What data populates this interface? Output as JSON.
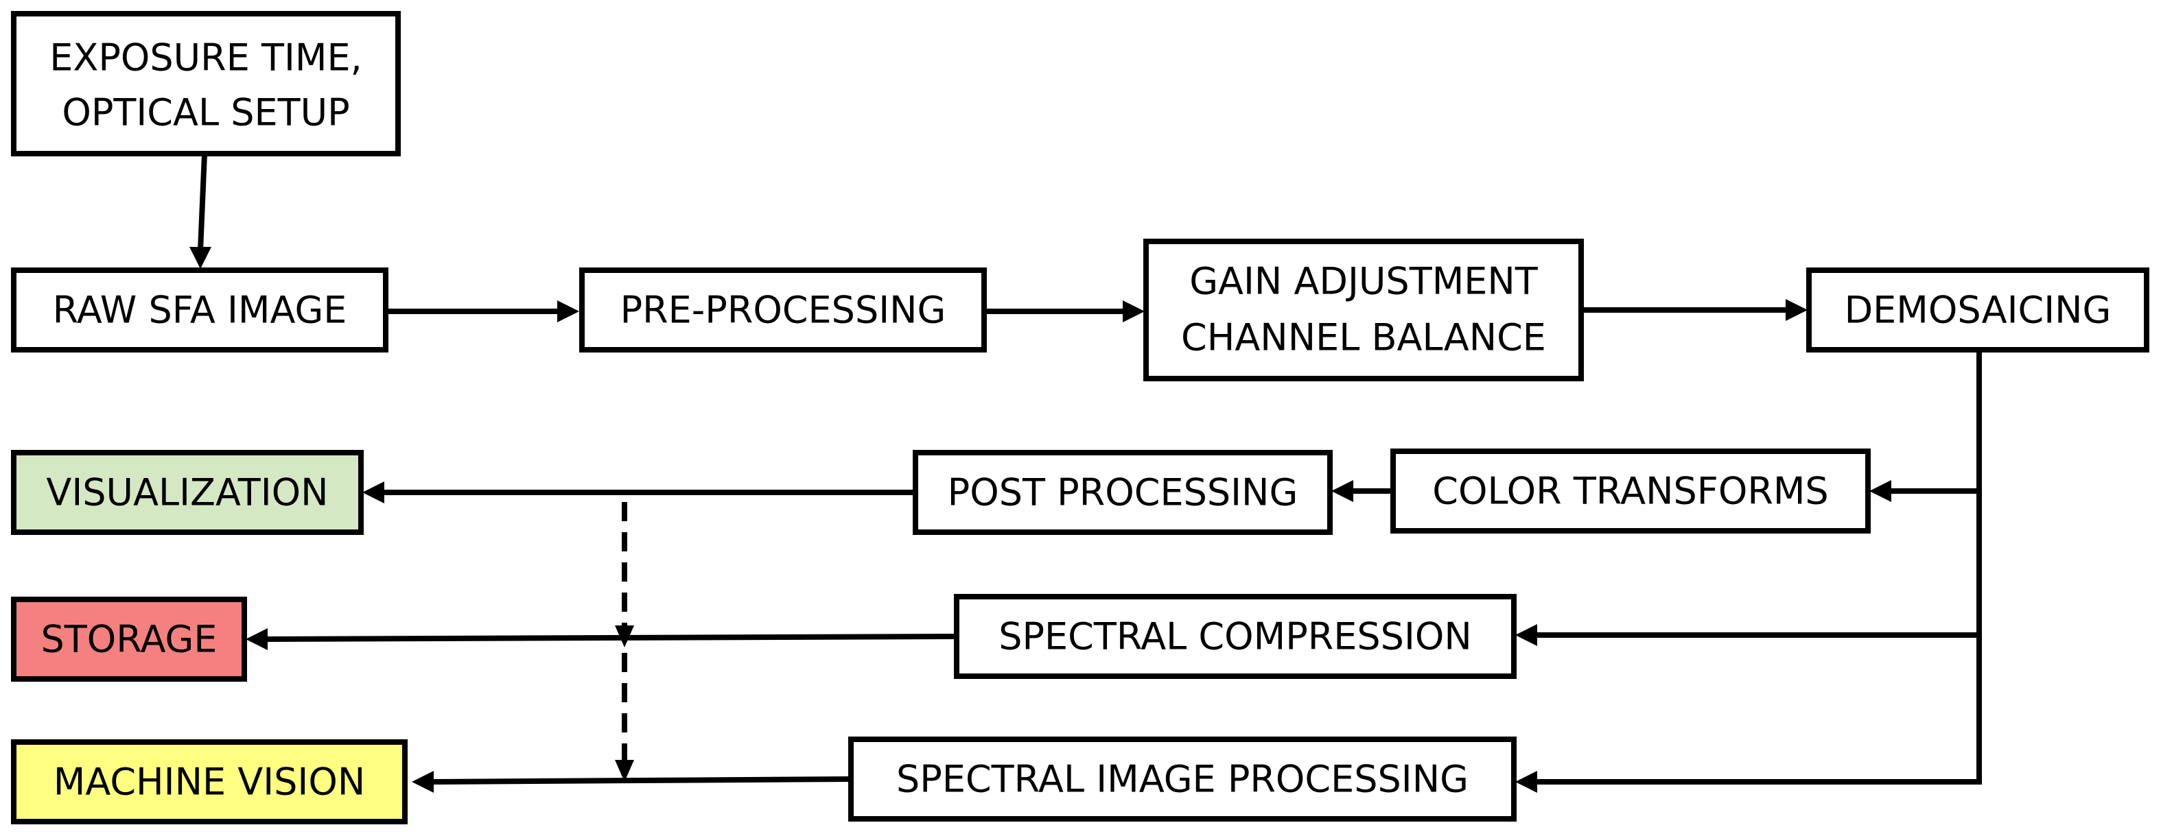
{
  "nodes": {
    "exposure": {
      "line1": "EXPOSURE TIME,",
      "line2": "OPTICAL SETUP"
    },
    "raw": {
      "label": "RAW SFA IMAGE"
    },
    "preprocessing": {
      "label": "PRE-PROCESSING"
    },
    "gain": {
      "line1": "GAIN ADJUSTMENT",
      "line2": "CHANNEL BALANCE"
    },
    "demosaicing": {
      "label": "DEMOSAICING"
    },
    "color": {
      "label": "COLOR TRANSFORMS"
    },
    "post": {
      "label": "POST PROCESSING"
    },
    "visualization": {
      "label": "VISUALIZATION"
    },
    "compression": {
      "label": "SPECTRAL COMPRESSION"
    },
    "storage": {
      "label": "STORAGE"
    },
    "spectral": {
      "label": "SPECTRAL IMAGE PROCESSING"
    },
    "machine": {
      "label": "MACHINE VISION"
    }
  },
  "colors": {
    "visualization": "#d5e8c4",
    "storage": "#f48080",
    "machine": "#fefe80",
    "default": "#ffffff"
  }
}
